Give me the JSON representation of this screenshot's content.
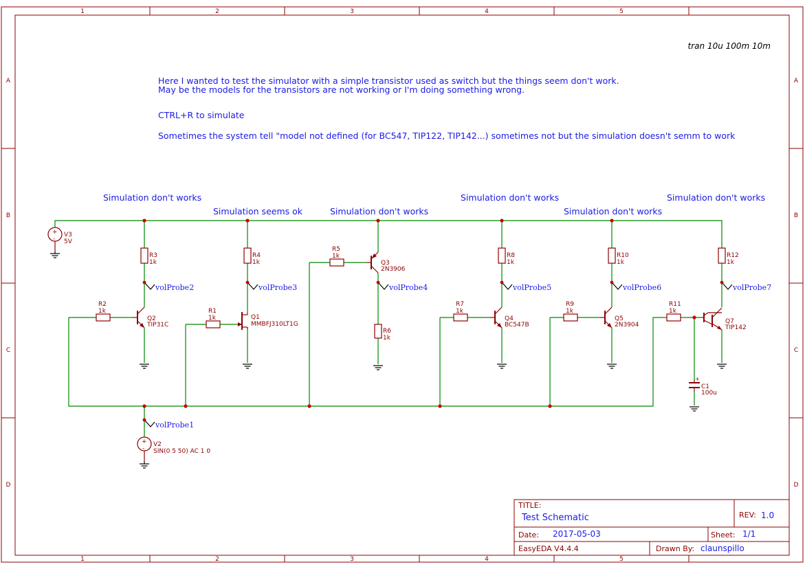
{
  "spice_directive": "tran 10u 100m 10m",
  "notes": {
    "line1": "Here I wanted to test the simulator with a simple transistor used as switch but the things seem don't work.",
    "line2": "May be the models for the transistors are not working or I'm doing something wrong.",
    "line3": "CTRL+R to simulate",
    "line4": "Sometimes the system tell \"model not defined (for BC547, TIP122, TIP142...) sometimes not but the simulation doesn't semm to work"
  },
  "section_labels": {
    "q2": "Simulation don't works",
    "q1": "Simulation seems ok",
    "q3": "Simulation don't works",
    "q4": "Simulation don't works",
    "q5": "Simulation don't works",
    "q7": "Simulation don't works"
  },
  "zones": {
    "cols": [
      "1",
      "2",
      "3",
      "4",
      "5"
    ],
    "rows": [
      "A",
      "B",
      "C",
      "D"
    ]
  },
  "components": {
    "V3": {
      "ref": "V3",
      "value": "5V"
    },
    "V2": {
      "ref": "V2",
      "value": "SIN(0 5 50) AC 1 0"
    },
    "R1": {
      "ref": "R1",
      "value": "1k"
    },
    "R2": {
      "ref": "R2",
      "value": "1k"
    },
    "R3": {
      "ref": "R3",
      "value": "1k"
    },
    "R4": {
      "ref": "R4",
      "value": "1k"
    },
    "R5": {
      "ref": "R5",
      "value": "1k"
    },
    "R6": {
      "ref": "R6",
      "value": "1k"
    },
    "R7": {
      "ref": "R7",
      "value": "1k"
    },
    "R8": {
      "ref": "R8",
      "value": "1k"
    },
    "R9": {
      "ref": "R9",
      "value": "1k"
    },
    "R10": {
      "ref": "R10",
      "value": "1k"
    },
    "R11": {
      "ref": "R11",
      "value": "1k"
    },
    "R12": {
      "ref": "R12",
      "value": "1k"
    },
    "C1": {
      "ref": "C1",
      "value": "100u"
    },
    "Q1": {
      "ref": "Q1",
      "value": "MMBFJ310LT1G"
    },
    "Q2": {
      "ref": "Q2",
      "value": "TIP31C"
    },
    "Q3": {
      "ref": "Q3",
      "value": "2N3906"
    },
    "Q4": {
      "ref": "Q4",
      "value": "BC547B"
    },
    "Q5": {
      "ref": "Q5",
      "value": "2N3904"
    },
    "Q7": {
      "ref": "Q7",
      "value": "TIP142"
    }
  },
  "probes": {
    "p1": "volProbe1",
    "p2": "volProbe2",
    "p3": "volProbe3",
    "p4": "volProbe4",
    "p5": "volProbe5",
    "p6": "volProbe6",
    "p7": "volProbe7"
  },
  "title_block": {
    "title_label": "TITLE:",
    "title": "Test Schematic",
    "rev_label": "REV:",
    "rev": "1.0",
    "date_label": "Date:",
    "date": "2017-05-03",
    "sheet_label": "Sheet:",
    "sheet": "1/1",
    "software": "EasyEDA V4.4.4",
    "drawn_label": "Drawn By:",
    "drawn_by": "claunspillo"
  },
  "colors": {
    "wire": "#008800",
    "component": "#8b0000",
    "text": "#1a1ae6",
    "junction": "#cc0000"
  }
}
